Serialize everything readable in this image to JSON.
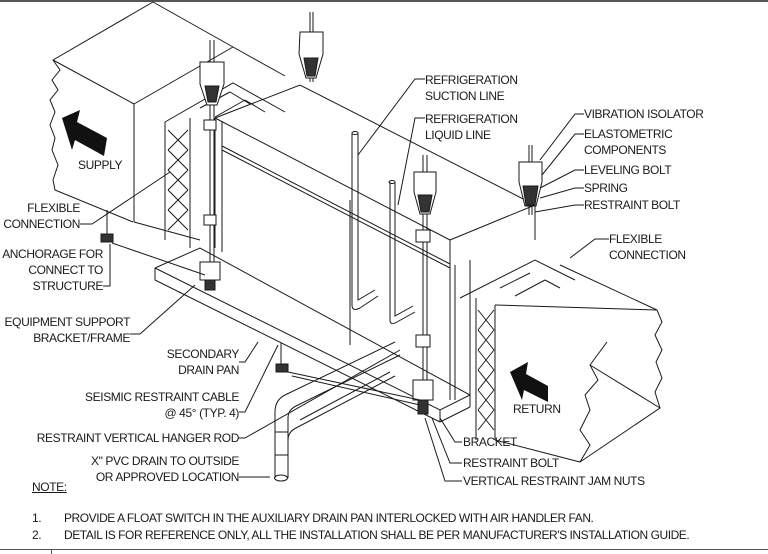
{
  "diagram": {
    "title": "Air handler seismic restraint and vibration isolation detail",
    "labels": {
      "supply": "SUPPLY",
      "return": "RETURN",
      "refrigeration_suction_line": [
        "REFRIGERATION",
        "SUCTION LINE"
      ],
      "refrigeration_liquid_line": [
        "REFRIGERATION",
        "LIQUID LINE"
      ],
      "vibration_isolator": "VIBRATION ISOLATOR",
      "elastometric_components": [
        "ELASTOMETRIC",
        "COMPONENTS"
      ],
      "leveling_bolt": "LEVELING BOLT",
      "spring": "SPRING",
      "restraint_bolt_top": "RESTRAINT BOLT",
      "flexible_connection_right": [
        "FLEXIBLE",
        "CONNECTION"
      ],
      "flexible_connection_left": [
        "FLEXIBLE",
        "CONNECTION"
      ],
      "anchorage": [
        "ANCHORAGE FOR",
        "CONNECT TO",
        "STRUCTURE"
      ],
      "equipment_support": [
        "EQUIPMENT SUPPORT",
        "BRACKET/FRAME"
      ],
      "secondary_drain_pan": [
        "SECONDARY",
        "DRAIN PAN"
      ],
      "seismic_restraint_cable": [
        "SEISMIC RESTRAINT CABLE",
        "@ 45° (TYP. 4)"
      ],
      "restraint_vertical_hanger_rod": "RESTRAINT VERTICAL HANGER ROD",
      "pvc_drain": [
        "X\" PVC DRAIN TO OUTSIDE",
        "OR APPROVED LOCATION"
      ],
      "bracket": "BRACKET",
      "restraint_bolt_bottom": "RESTRAINT BOLT",
      "vertical_restraint_jam_nuts": "VERTICAL RESTRAINT JAM NUTS"
    }
  },
  "notes": {
    "title": "NOTE:",
    "items": [
      {
        "num": "1.",
        "text": "PROVIDE A FLOAT SWITCH IN THE AUXILIARY DRAIN PAN INTERLOCKED WITH AIR HANDLER FAN."
      },
      {
        "num": "2.",
        "text": "DETAIL IS FOR REFERENCE ONLY, ALL THE INSTALLATION SHALL BE PER MANUFACTURER'S INSTALLATION GUIDE."
      }
    ]
  },
  "colors": {
    "line": "#1a1a1a",
    "frame": "#555555",
    "background": "#ffffff"
  }
}
